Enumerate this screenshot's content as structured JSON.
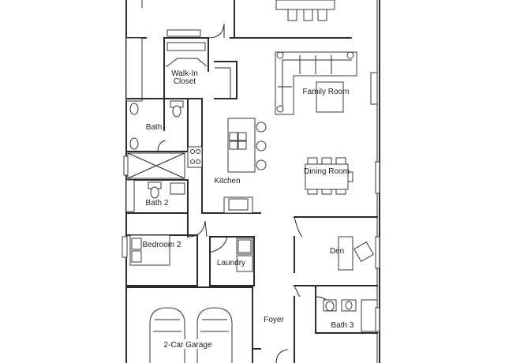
{
  "rooms": {
    "walk_in_closet_line1": "Walk-In",
    "walk_in_closet_line2": "Closet",
    "family_room": "Family Room",
    "bath": "Bath",
    "dining_room": "Dining Room",
    "kitchen": "Kitchen",
    "bath_2": "Bath 2",
    "bedroom_2": "Bedroom 2",
    "den": "Den",
    "laundry": "Laundry",
    "foyer": "Foyer",
    "bath_3": "Bath 3",
    "garage": "2-Car Garage"
  }
}
